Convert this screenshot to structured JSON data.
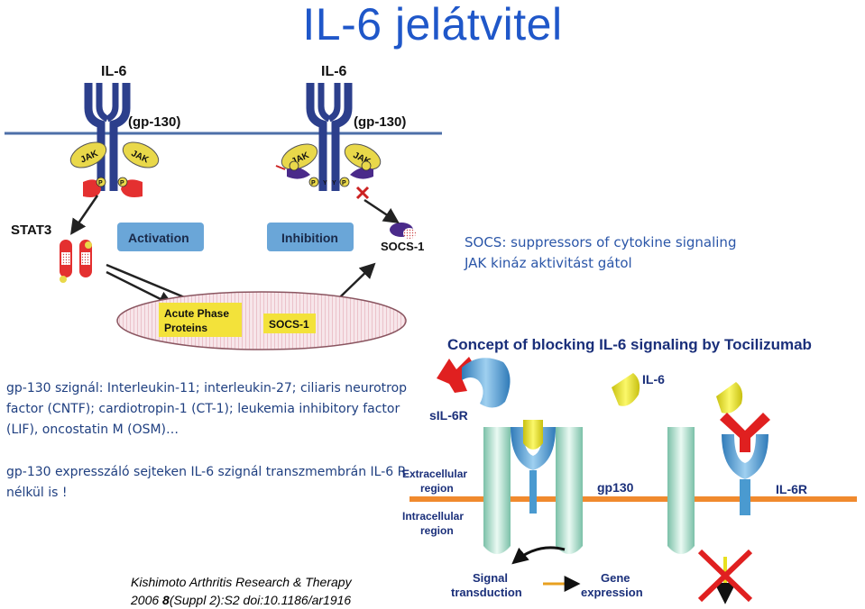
{
  "title": "IL-6 jelátvitel",
  "top_diagram": {
    "il6_left": "IL-6",
    "il6_right": "IL-6",
    "gp130_left": "(gp-130)",
    "gp130_right": "(gp-130)",
    "jak": "JAK",
    "p": "P",
    "y": "Y",
    "stat3": "STAT3",
    "activation": "Activation",
    "inhibition": "Inhibition",
    "socs1_cyto": "SOCS-1",
    "acute_phase_1": "Acute Phase",
    "acute_phase_2": "Proteins",
    "socs1_nucleus": "SOCS-1",
    "colors": {
      "membrane": "#4d6fa8",
      "receptor": "#2c3f8c",
      "jak": "#e9d84a",
      "stat": "#e43030",
      "box": "#6aa6d8",
      "nucleus": "#f2d6dc"
    }
  },
  "socs_note": {
    "line1": "SOCS: suppressors of cytokine signaling",
    "line2": "JAK kináz aktivitást gátol"
  },
  "para1": "gp-130 szignál: Interleukin-11; interleukin-27; ciliaris neurotrop factor (CNTF); cardiotropin-1 (CT-1); leukemia inhibitory factor (LIF), oncostatin M (OSM)…",
  "para2": "gp-130 expresszáló sejteken IL-6 szignál transzmembrán IL-6 R nélkül is !",
  "bottom_diagram": {
    "heading": "Concept of blocking IL-6 signaling by Tocilizumab",
    "sil6r": "sIL-6R",
    "il6": "IL-6",
    "extracellular_1": "Extracellular",
    "extracellular_2": "region",
    "gp130": "gp130",
    "il6r": "IL-6R",
    "intracellular_1": "Intracellular",
    "intracellular_2": "region",
    "signal_1": "Signal",
    "signal_2": "transduction",
    "gene_1": "Gene",
    "gene_2": "expression",
    "colors": {
      "heading": "#1a2f7a",
      "membrane": "#f08a2e",
      "blocker": "#e02020",
      "il6": "#e8e020",
      "receptor": "#4a9ad0",
      "gp130": "#a8dcc8"
    }
  },
  "citation": {
    "line1": "Kishimoto Arthritis Research & Therapy",
    "line2_pre": "2006 ",
    "line2_bold": "8",
    "line2_post": "(Suppl 2):S2   doi:10.1186/ar1916"
  }
}
